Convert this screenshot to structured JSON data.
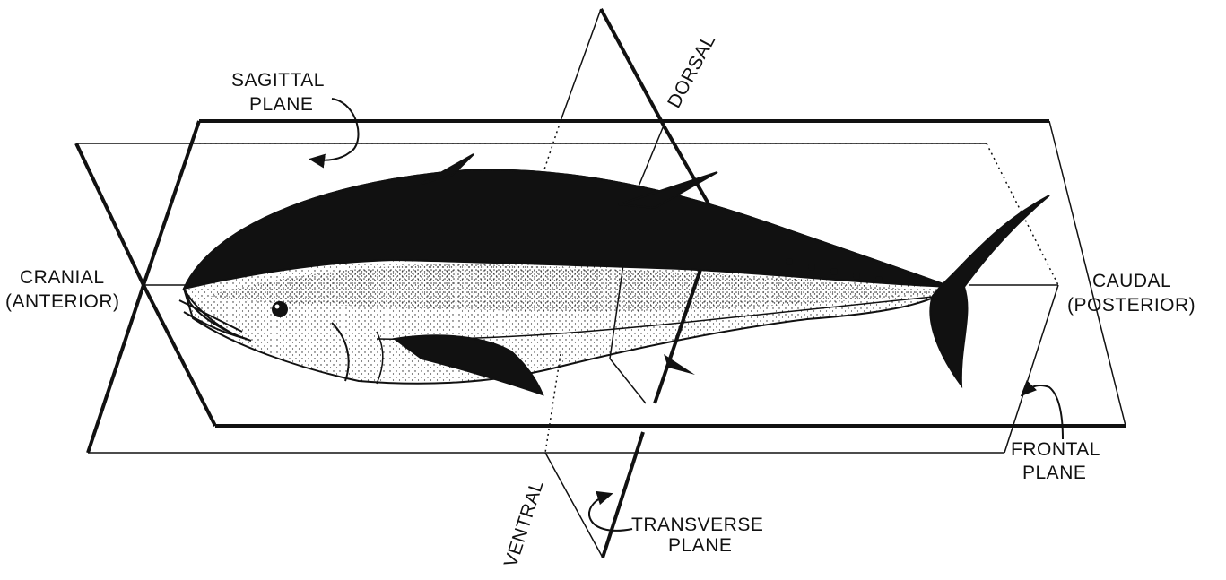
{
  "labels": {
    "sagittal": {
      "line1": "SAGITTAL",
      "line2": "PLANE"
    },
    "dorsal": "DORSAL",
    "ventral": "VENTRAL",
    "cranial": {
      "line1": "CRANIAL",
      "line2": "(ANTERIOR)"
    },
    "caudal": {
      "line1": "CAUDAL",
      "line2": "(POSTERIOR)"
    },
    "frontal": {
      "line1": "FRONTAL",
      "line2": "PLANE"
    },
    "transverse": {
      "line1": "TRANSVERSE",
      "line2": "PLANE"
    }
  },
  "colors": {
    "ink": "#111111",
    "background": "#ffffff"
  }
}
